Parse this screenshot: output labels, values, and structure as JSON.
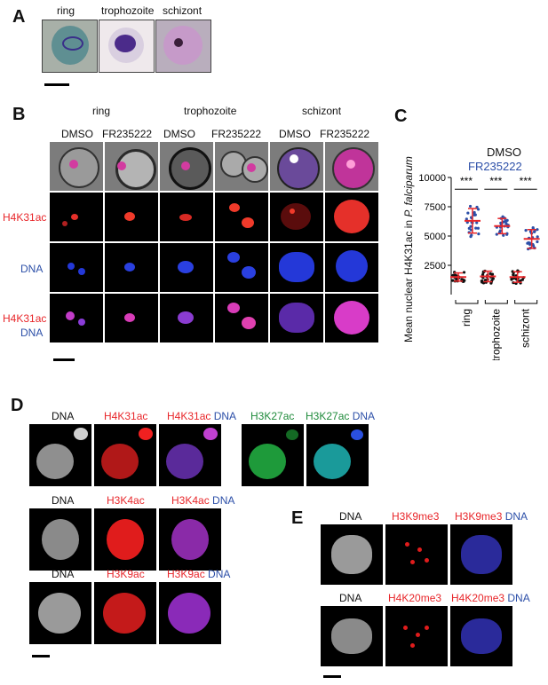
{
  "panelA": {
    "letter": "A",
    "stages": [
      "ring",
      "trophozoite",
      "schizont"
    ]
  },
  "panelB": {
    "letter": "B",
    "stages": [
      "ring",
      "trophozoite",
      "schizont"
    ],
    "treatments": [
      "DMSO",
      "FR235222",
      "DMSO",
      "FR235222",
      "DMSO",
      "FR235222"
    ],
    "row_mark": "H4K31ac",
    "row_dna": "DNA",
    "row_merge_mark": "H4K31ac",
    "row_merge_dna": "DNA"
  },
  "panelC": {
    "letter": "C",
    "legend_dmso": "DMSO",
    "legend_fr": "FR235222",
    "ylabel_main": "Mean nuclear H4K31ac in ",
    "ylabel_species": "P. falciparum",
    "sig": [
      "***",
      "***",
      "***"
    ],
    "colors": {
      "dmso": "#111111",
      "fr": "#2c4fa8",
      "err": "#e8262a"
    }
  },
  "chart_data": {
    "type": "scatter",
    "categories": [
      "ring",
      "trophozoite",
      "schizont"
    ],
    "ylim": [
      0,
      10000
    ],
    "yticks": [
      2500,
      5000,
      7500,
      10000
    ],
    "series": [
      {
        "name": "DMSO",
        "mean": [
          1500,
          1550,
          1500
        ],
        "sd": [
          350,
          450,
          450
        ]
      },
      {
        "name": "FR235222",
        "mean": [
          6300,
          5850,
          4750
        ],
        "sd": [
          1050,
          650,
          800
        ]
      }
    ]
  },
  "panelD": {
    "letter": "D",
    "row1": {
      "dna": "DNA",
      "mark": "H4K31ac",
      "merge_mark": "H4K31ac",
      "merge_dna": "DNA",
      "mark2": "H3K27ac",
      "merge2_mark": "H3K27ac",
      "merge2_dna": "DNA"
    },
    "row2": {
      "dna": "DNA",
      "mark": "H3K4ac",
      "merge_mark": "H3K4ac",
      "merge_dna": "DNA"
    },
    "row3": {
      "dna": "DNA",
      "mark": "H3K9ac",
      "merge_mark": "H3K9ac",
      "merge_dna": "DNA"
    }
  },
  "panelE": {
    "letter": "E",
    "row1": {
      "dna": "DNA",
      "mark": "H3K9me3",
      "merge_mark": "H3K9me3",
      "merge_dna": "DNA"
    },
    "row2": {
      "dna": "DNA",
      "mark": "H4K20me3",
      "merge_mark": "H4K20me3",
      "merge_dna": "DNA"
    }
  }
}
